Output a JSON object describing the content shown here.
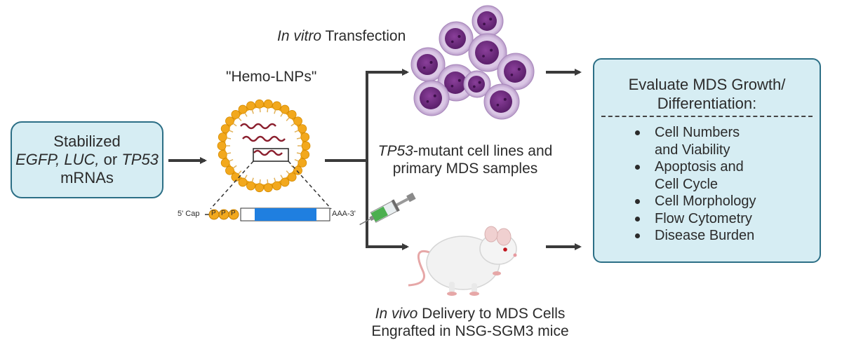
{
  "input": {
    "line1": "Stabilized",
    "egfp": "EGFP,",
    "luc": "LUC,",
    "or": "or",
    "tp53": "TP53",
    "line3": "mRNAs"
  },
  "lnp": {
    "title": "\"Hemo-LNPs\"",
    "five_prime": "5' Cap",
    "p_label": "P",
    "three_prime": "AAA-3'"
  },
  "invitro": {
    "italic": "In vitro",
    "rest": "Transfection"
  },
  "middle": {
    "tp53_italic": "TP53",
    "line1_rest": "-mutant cell lines and",
    "line2": "primary MDS samples"
  },
  "invivo": {
    "italic": "In vivo",
    "line1_rest": "Delivery to MDS Cells",
    "line2": "Engrafted in NSG-SGM3 mice"
  },
  "evaluate": {
    "title_line1": "Evaluate MDS Growth/",
    "title_line2": "Differentiation:",
    "items": [
      {
        "main": "Cell Numbers",
        "sub": "and Viability"
      },
      {
        "main": "Apoptosis and",
        "sub": "Cell Cycle"
      },
      {
        "main": "Cell Morphology",
        "sub": ""
      },
      {
        "main": "Flow Cytometry",
        "sub": ""
      },
      {
        "main": "Disease Burden",
        "sub": ""
      }
    ]
  },
  "colors": {
    "box_fill": "#d6edf3",
    "box_border": "#2c6f86",
    "lipid_head": "#f2a81d",
    "cell_purple": "#6a2a7a",
    "mrna_blue": "#1f7fe0",
    "arrow": "#3a3a3a"
  }
}
